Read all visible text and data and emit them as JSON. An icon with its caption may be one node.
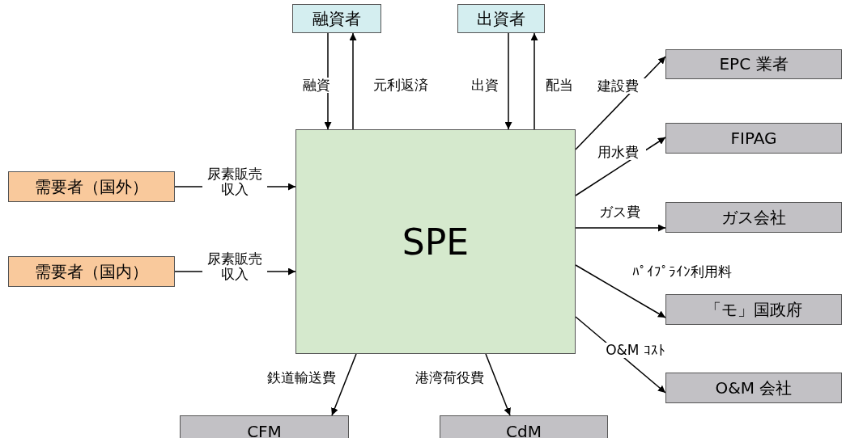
{
  "diagram": {
    "nodes": [
      {
        "text": [
          "融資者"
        ]
      },
      {
        "text": [
          "出資者"
        ]
      },
      {
        "text": [
          "EPC 業者"
        ]
      },
      {
        "text": [
          "FIPAG"
        ]
      },
      {
        "text": [
          "ガス会社"
        ]
      },
      {
        "text": [
          "「モ」国政府"
        ]
      },
      {
        "text": [
          "O&M 会社"
        ]
      },
      {
        "text": [
          "需要者（国外）"
        ]
      },
      {
        "text": [
          "需要者（国内）"
        ]
      },
      {
        "text": [
          "SPE"
        ]
      },
      {
        "text": [
          "CFM"
        ]
      },
      {
        "text": [
          "CdM"
        ]
      }
    ],
    "edges": [
      {
        "from": 0,
        "to": 9,
        "arrow": "to",
        "label": "融資"
      },
      {
        "from": 9,
        "to": 0,
        "arrow": "to",
        "label": "元利返済"
      },
      {
        "from": 1,
        "to": 9,
        "arrow": "to",
        "label": "出資"
      },
      {
        "from": 9,
        "to": 1,
        "arrow": "to",
        "label": "配当"
      },
      {
        "from": 9,
        "to": 2,
        "arrow": "to",
        "label": "建設費"
      },
      {
        "from": 9,
        "to": 3,
        "arrow": "to",
        "label": "用水費"
      },
      {
        "from": 9,
        "to": 4,
        "arrow": "to",
        "label": "ガス費"
      },
      {
        "from": 9,
        "to": 5,
        "arrow": "to",
        "label": "ﾊﾟｲﾌﾟﾗｲﾝ利用料"
      },
      {
        "from": 9,
        "to": 6,
        "arrow": "to",
        "label": "O&M ｺｽﾄ"
      },
      {
        "from": 7,
        "to": 9,
        "arrow": "to",
        "label": "尿素販売収入"
      },
      {
        "from": 8,
        "to": 9,
        "arrow": "to",
        "label": "尿素販売収入"
      },
      {
        "from": 9,
        "to": 10,
        "arrow": "to",
        "label": "鉄道輸送費"
      },
      {
        "from": 9,
        "to": 11,
        "arrow": "to",
        "label": "港湾荷役費"
      }
    ]
  }
}
